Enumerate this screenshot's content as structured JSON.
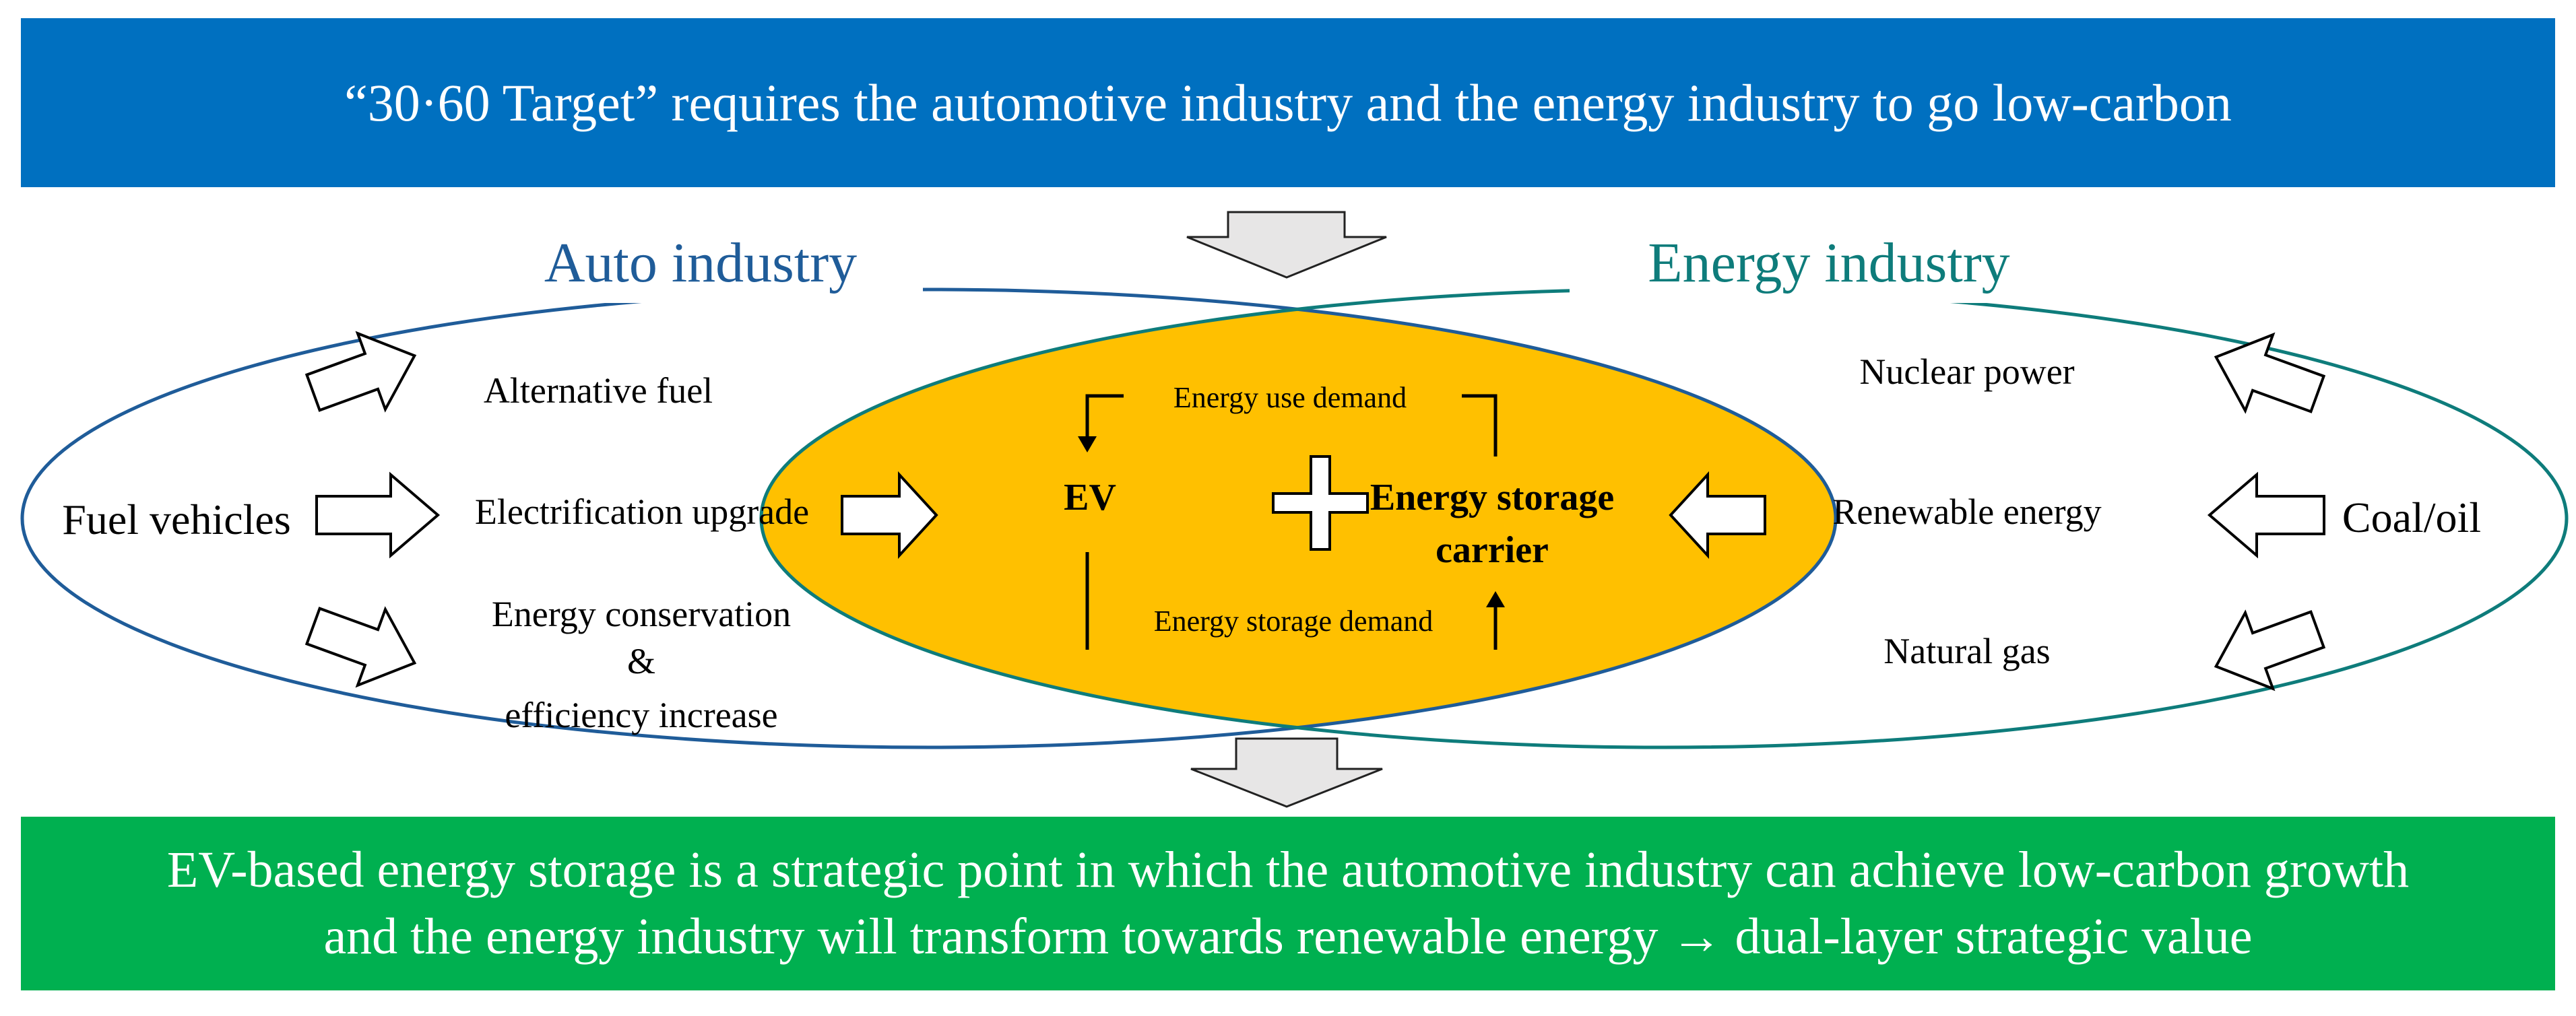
{
  "colors": {
    "top_banner_bg": "#0070C0",
    "bottom_banner_bg": "#00B050",
    "auto_ellipse_stroke": "#1F5C99",
    "energy_ellipse_stroke": "#0E7C7B",
    "auto_label_color": "#1F5C99",
    "energy_label_color": "#0E7C7B",
    "intersection_fill": "#FFC000",
    "arrow_gray": "#E7E6E6"
  },
  "top_banner": {
    "text": "“30·60 Target” requires the automotive industry and the energy industry to go low-carbon"
  },
  "auto_industry": {
    "title": "Auto industry",
    "source": "Fuel vehicles",
    "paths": [
      "Alternative fuel",
      "Electrification upgrade",
      "Energy conservation",
      "&",
      "efficiency increase"
    ]
  },
  "energy_industry": {
    "title": "Energy industry",
    "source": "Coal/oil",
    "paths": [
      "Nuclear power",
      "Renewable energy",
      "Natural gas"
    ]
  },
  "intersection": {
    "ev_label": "EV",
    "carrier_line1": "Energy storage",
    "carrier_line2": "carrier",
    "demand_top": "Energy use demand",
    "demand_bottom": "Energy storage demand",
    "plus_icon": "plus-icon"
  },
  "bottom_banner": {
    "line1": "EV-based energy storage is a strategic point in which the automotive industry can achieve low-carbon growth",
    "line2": "and the energy industry will transform towards renewable energy → dual-layer strategic value"
  }
}
